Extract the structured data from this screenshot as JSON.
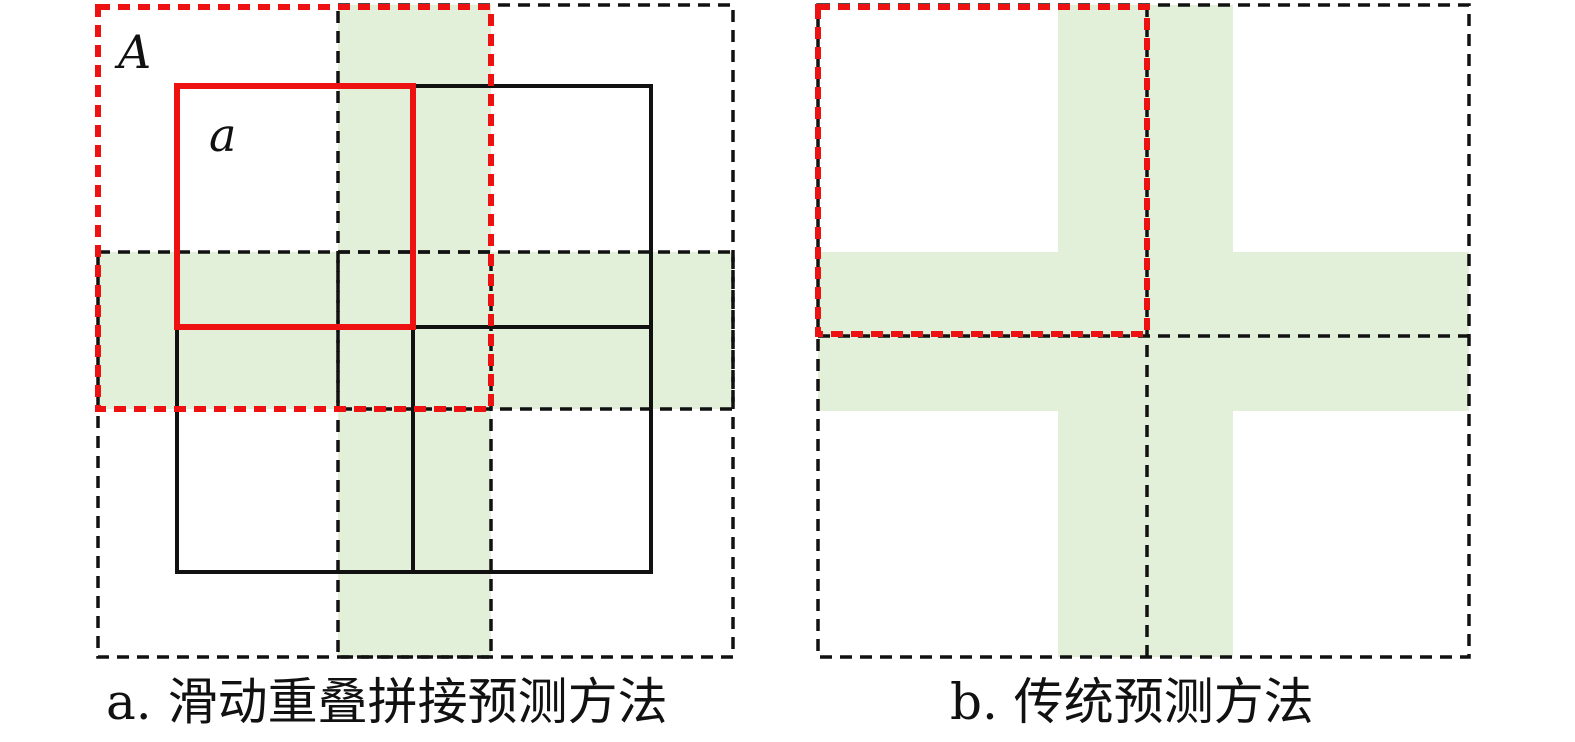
{
  "panels": [
    {
      "id": "a",
      "caption": "a. 滑动重叠拼接预测方法",
      "label_outer": "A",
      "label_inner": "a"
    },
    {
      "id": "b",
      "caption": "b. 传统预测方法"
    }
  ],
  "colors": {
    "overlap_fill": "#e2efd9",
    "highlight": "#ee1111",
    "line": "#111111"
  }
}
